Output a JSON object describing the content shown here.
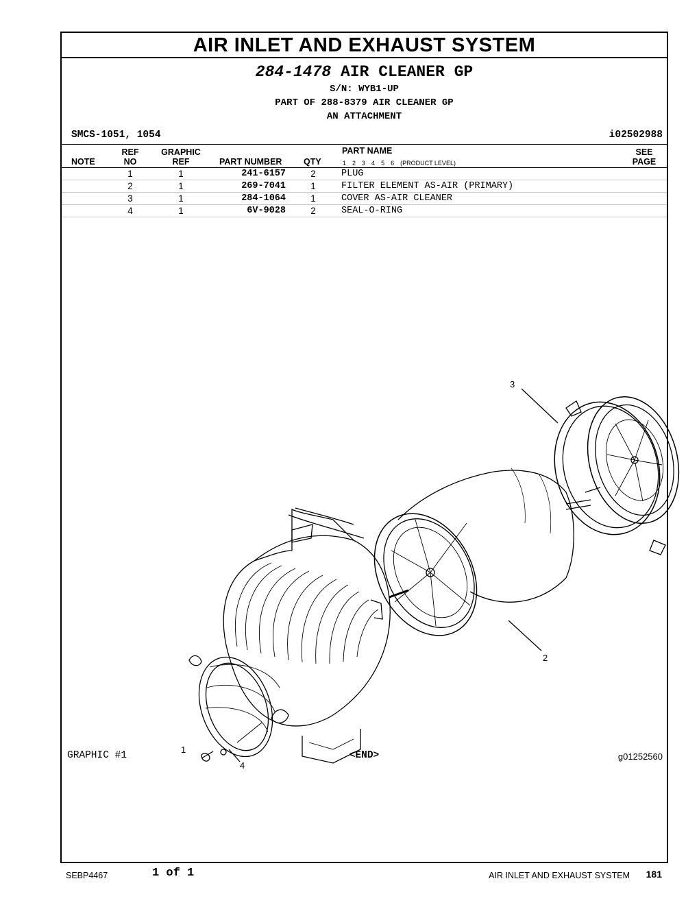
{
  "system_title": "AIR INLET AND EXHAUST SYSTEM",
  "group": {
    "part_number": "284-1478",
    "name": "AIR CLEANER GP",
    "serial": "S/N: WYB1-UP",
    "part_of": "PART OF 288-8379 AIR CLEANER GP",
    "attachment": "AN ATTACHMENT"
  },
  "smcs": "SMCS-1051, 1054",
  "ident": "i02502988",
  "table": {
    "headers": {
      "note": "NOTE",
      "ref_top": "REF",
      "ref_bottom": "NO",
      "graphic_top": "GRAPHIC",
      "graphic_bottom": "REF",
      "part_number": "PART NUMBER",
      "qty": "QTY",
      "part_name": "PART NAME",
      "see_top": "SEE",
      "see_bottom": "PAGE",
      "product_levels": [
        "1",
        "2",
        "3",
        "4",
        "5",
        "6"
      ],
      "product_level_label": "(PRODUCT LEVEL)"
    },
    "rows": [
      {
        "ref": "1",
        "graphic_ref": "1",
        "part_number": "241-6157",
        "qty": "2",
        "name": "PLUG"
      },
      {
        "ref": "2",
        "graphic_ref": "1",
        "part_number": "269-7041",
        "qty": "1",
        "name": "FILTER ELEMENT AS-AIR (PRIMARY)"
      },
      {
        "ref": "3",
        "graphic_ref": "1",
        "part_number": "284-1064",
        "qty": "1",
        "name": "COVER AS-AIR CLEANER"
      },
      {
        "ref": "4",
        "graphic_ref": "1",
        "part_number": "6V-9028",
        "qty": "2",
        "name": "SEAL-O-RING"
      }
    ]
  },
  "figure": {
    "callouts": [
      "1",
      "2",
      "3",
      "4"
    ]
  },
  "graphic_label": "GRAPHIC #1",
  "end_label": "<END>",
  "graphic_id": "g01252560",
  "footer": {
    "doc": "SEBP4467",
    "page_of": "1 of 1",
    "system": "AIR INLET AND EXHAUST SYSTEM",
    "page_number": "181"
  }
}
